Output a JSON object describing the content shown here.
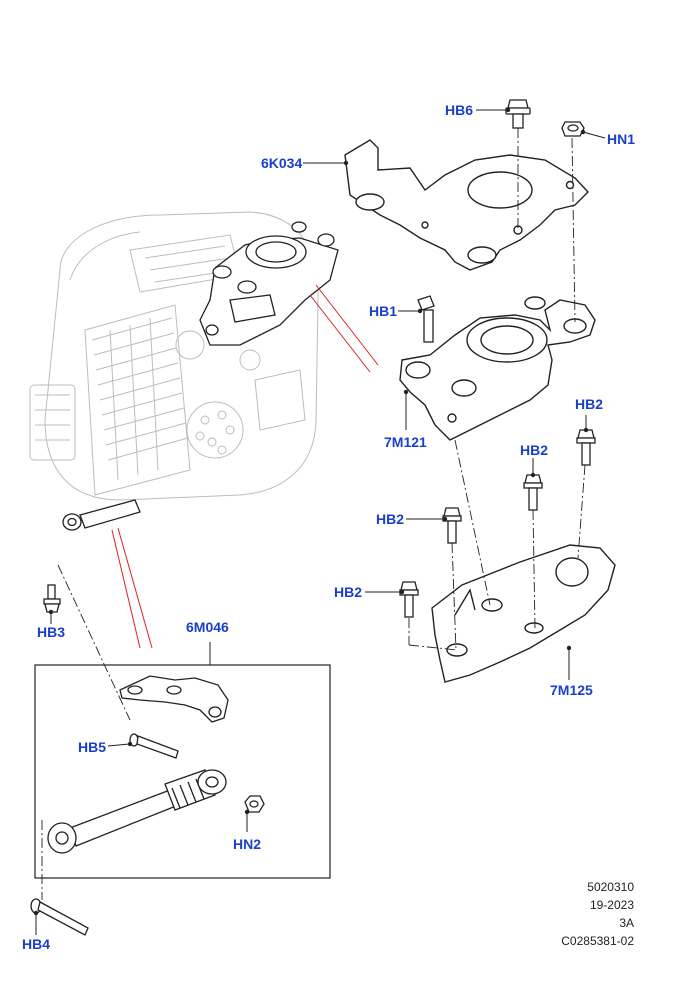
{
  "colors": {
    "label": "#1a3fcc",
    "line": "#222222",
    "ghost": "#bbbbbb",
    "leader": "#dd2222"
  },
  "callouts": {
    "hb6": "HB6",
    "hn1": "HN1",
    "k034": "6K034",
    "hb1": "HB1",
    "m121": "7M121",
    "hb2_a": "HB2",
    "hb2_b": "HB2",
    "hb2_c": "HB2",
    "hb2_d": "HB2",
    "m125": "7M125",
    "hb3": "HB3",
    "m046": "6M046",
    "hb5": "HB5",
    "hn2": "HN2",
    "hb4": "HB4"
  },
  "reference": {
    "line1": "5020310",
    "line2": "19-2023",
    "line3": "3A",
    "line4": "C0285381-02"
  }
}
